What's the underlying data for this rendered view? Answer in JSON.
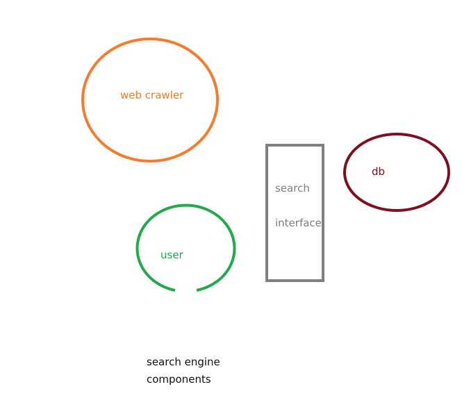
{
  "nodes": {
    "web_crawler": {
      "label": "web crawler",
      "color": "#f47c2c"
    },
    "db": {
      "label": "db",
      "color": "#7f0f1e"
    },
    "user": {
      "label": "user",
      "color": "#22a94a"
    },
    "search_interface": {
      "label_line1": "search",
      "label_line2": "interface",
      "color": "#808080"
    }
  },
  "caption": {
    "line1": "search engine",
    "line2": "components"
  }
}
